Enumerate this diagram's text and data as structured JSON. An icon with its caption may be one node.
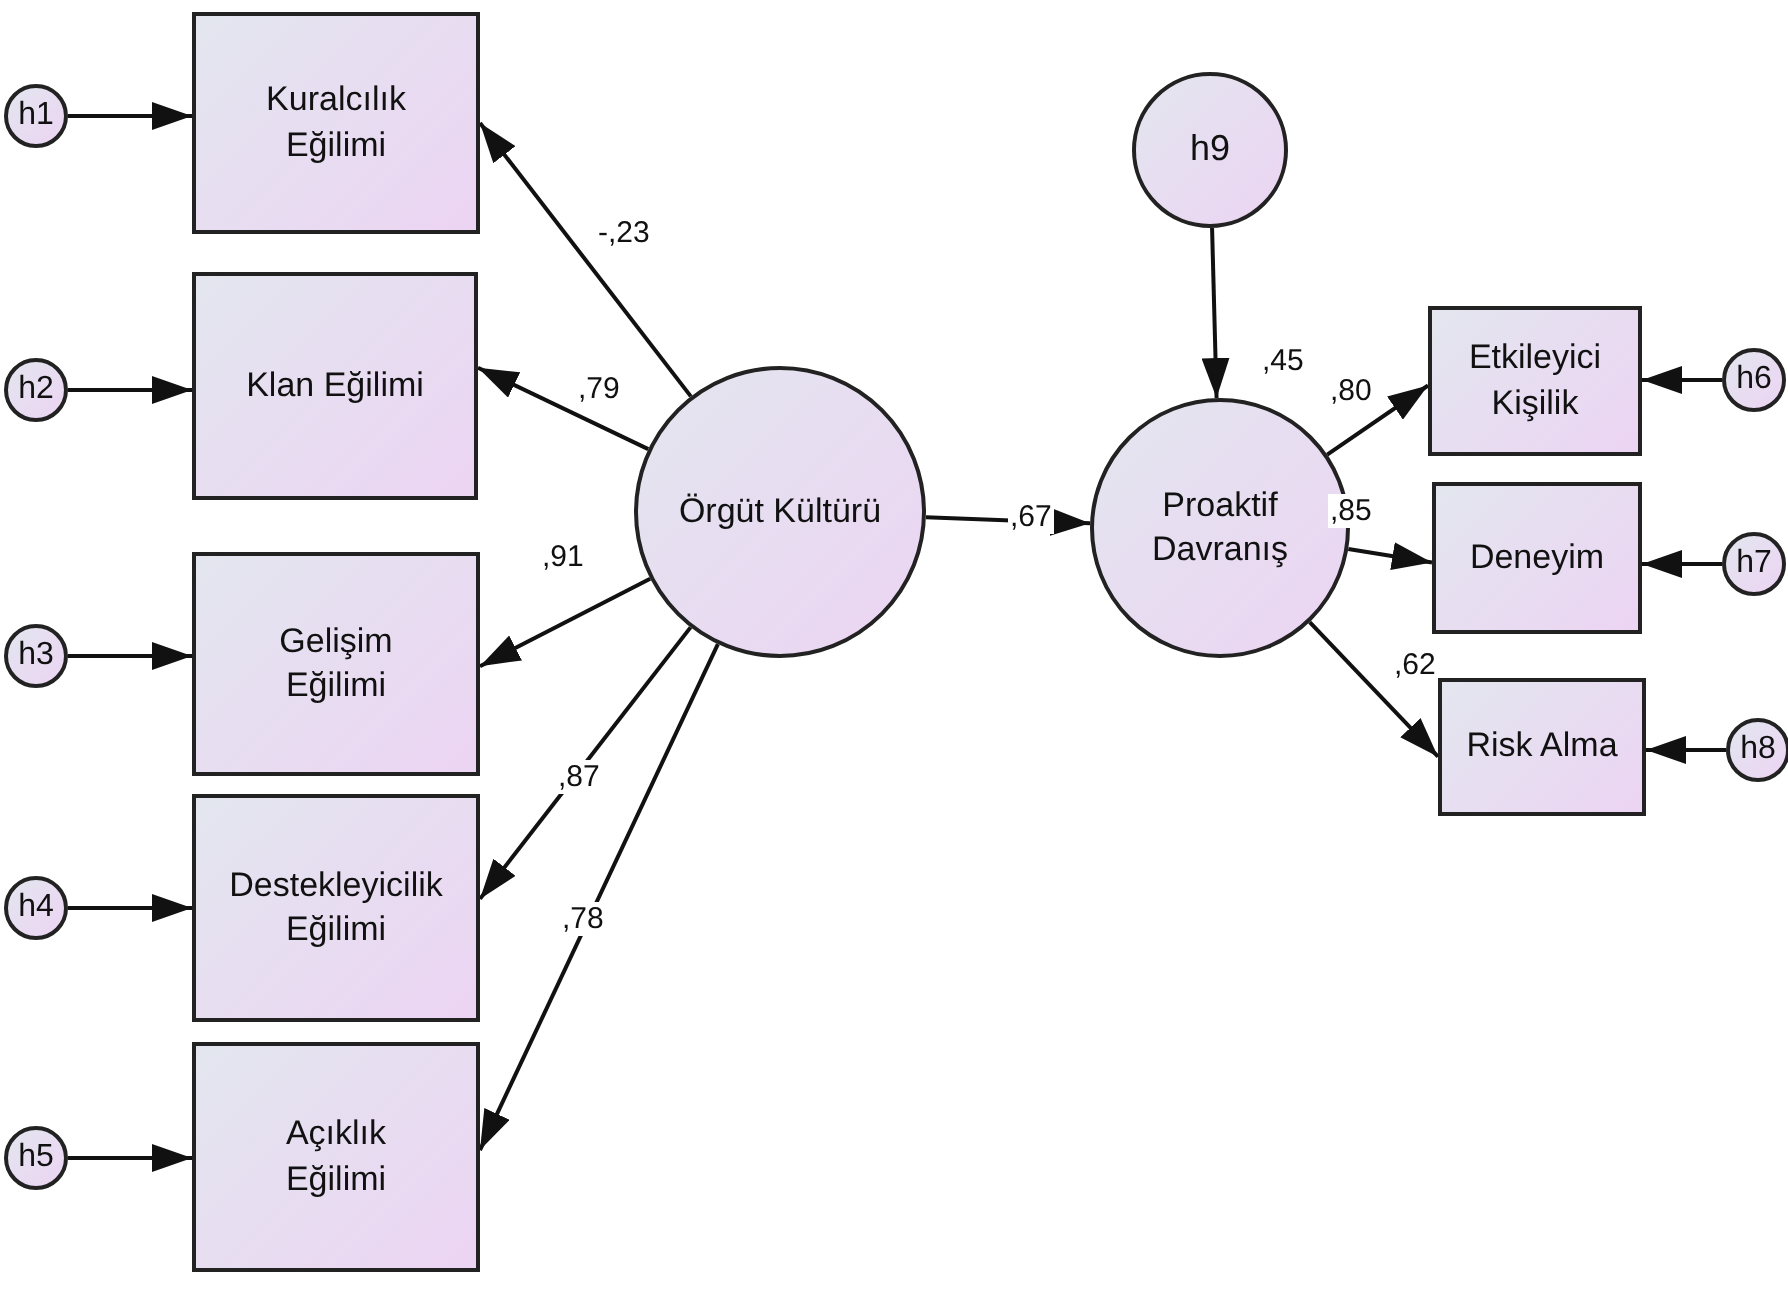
{
  "diagram": {
    "nodes": [
      {
        "text": [
          "h1"
        ]
      },
      {
        "text": [
          "Kuralcılık Eğilimi"
        ]
      },
      {
        "text": [
          "h2"
        ]
      },
      {
        "text": [
          "Klan Eğilimi"
        ]
      },
      {
        "text": [
          "h3"
        ]
      },
      {
        "text": [
          "Gelişim Eğilimi"
        ]
      },
      {
        "text": [
          "h4"
        ]
      },
      {
        "text": [
          "Destekleyicilik Eğilimi"
        ]
      },
      {
        "text": [
          "h5"
        ]
      },
      {
        "text": [
          "Açıklık Eğilimi"
        ]
      },
      {
        "text": [
          "Örgüt Kültürü"
        ]
      },
      {
        "text": [
          "h9"
        ]
      },
      {
        "text": [
          "Proaktif Davranış"
        ],
        "beside": [
          ",45"
        ]
      },
      {
        "text": [
          "Etkileyici Kişilik"
        ]
      },
      {
        "text": [
          "h6"
        ]
      },
      {
        "text": [
          "Deneyim"
        ]
      },
      {
        "text": [
          "h7"
        ]
      },
      {
        "text": [
          "Risk Alma"
        ]
      },
      {
        "text": [
          "h8"
        ]
      }
    ],
    "edges": [
      {
        "from": 0,
        "to": 1,
        "arrow": "to"
      },
      {
        "from": 2,
        "to": 3,
        "arrow": "to"
      },
      {
        "from": 4,
        "to": 5,
        "arrow": "to"
      },
      {
        "from": 6,
        "to": 7,
        "arrow": "to"
      },
      {
        "from": 8,
        "to": 9,
        "arrow": "to"
      },
      {
        "from": 10,
        "to": 1,
        "arrow": "to",
        "label": "-,23"
      },
      {
        "from": 10,
        "to": 3,
        "arrow": "to",
        "label": ",79"
      },
      {
        "from": 10,
        "to": 5,
        "arrow": "to",
        "label": ",91"
      },
      {
        "from": 10,
        "to": 7,
        "arrow": "to",
        "label": ",87"
      },
      {
        "from": 10,
        "to": 9,
        "arrow": "to",
        "label": ",78"
      },
      {
        "from": 10,
        "to": 12,
        "arrow": "to",
        "label": ",67"
      },
      {
        "from": 11,
        "to": 12,
        "arrow": "to"
      },
      {
        "from": 12,
        "to": 13,
        "arrow": "to",
        "label": ",80"
      },
      {
        "from": 12,
        "to": 15,
        "arrow": "to",
        "label": ",85"
      },
      {
        "from": 12,
        "to": 17,
        "arrow": "to",
        "label": ",62"
      },
      {
        "from": 14,
        "to": 13,
        "arrow": "to"
      },
      {
        "from": 16,
        "to": 15,
        "arrow": "to"
      },
      {
        "from": 18,
        "to": 17,
        "arrow": "to"
      }
    ]
  }
}
